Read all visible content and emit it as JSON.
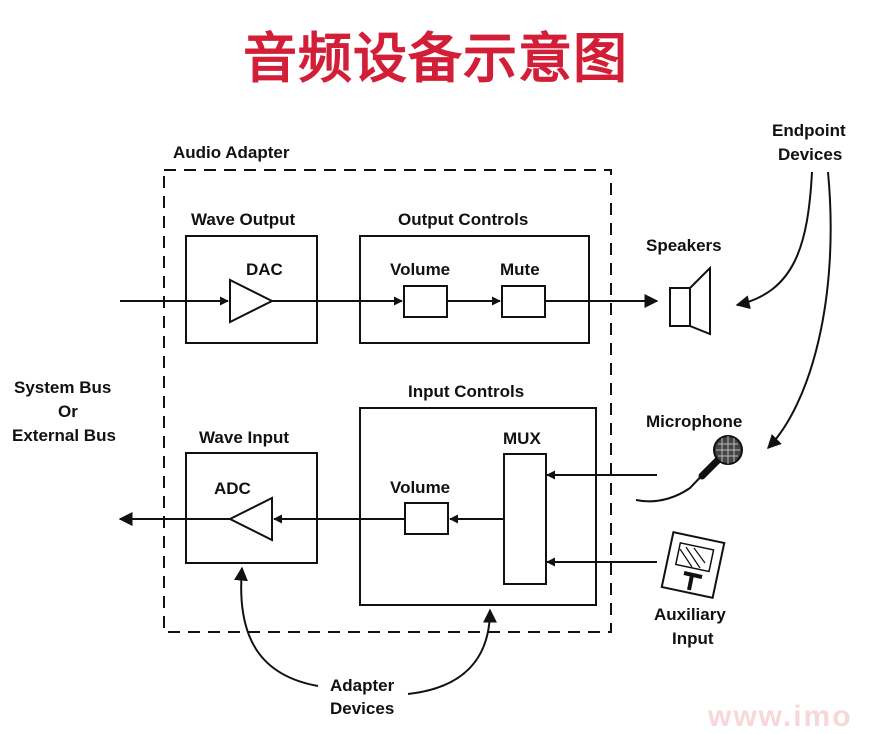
{
  "title": "音频设备示意图",
  "colors": {
    "title": "#d21e36",
    "line": "#111111",
    "watermark": "#f2b7bd"
  },
  "labels": {
    "audio_adapter": "Audio Adapter",
    "wave_output": "Wave Output",
    "dac": "DAC",
    "output_controls": "Output Controls",
    "out_volume": "Volume",
    "mute": "Mute",
    "speakers": "Speakers",
    "endpoint_line1": "Endpoint",
    "endpoint_line2": "Devices",
    "system_bus_line1": "System Bus",
    "system_bus_line2": "Or",
    "system_bus_line3": "External Bus",
    "input_controls": "Input Controls",
    "mux": "MUX",
    "microphone": "Microphone",
    "wave_input": "Wave Input",
    "adc": "ADC",
    "in_volume": "Volume",
    "aux_line1": "Auxiliary",
    "aux_line2": "Input",
    "adapter_line1": "Adapter",
    "adapter_line2": "Devices"
  },
  "watermark": "www.imo",
  "icons": [
    "speaker-icon",
    "microphone-icon",
    "auxiliary-input-icon"
  ]
}
